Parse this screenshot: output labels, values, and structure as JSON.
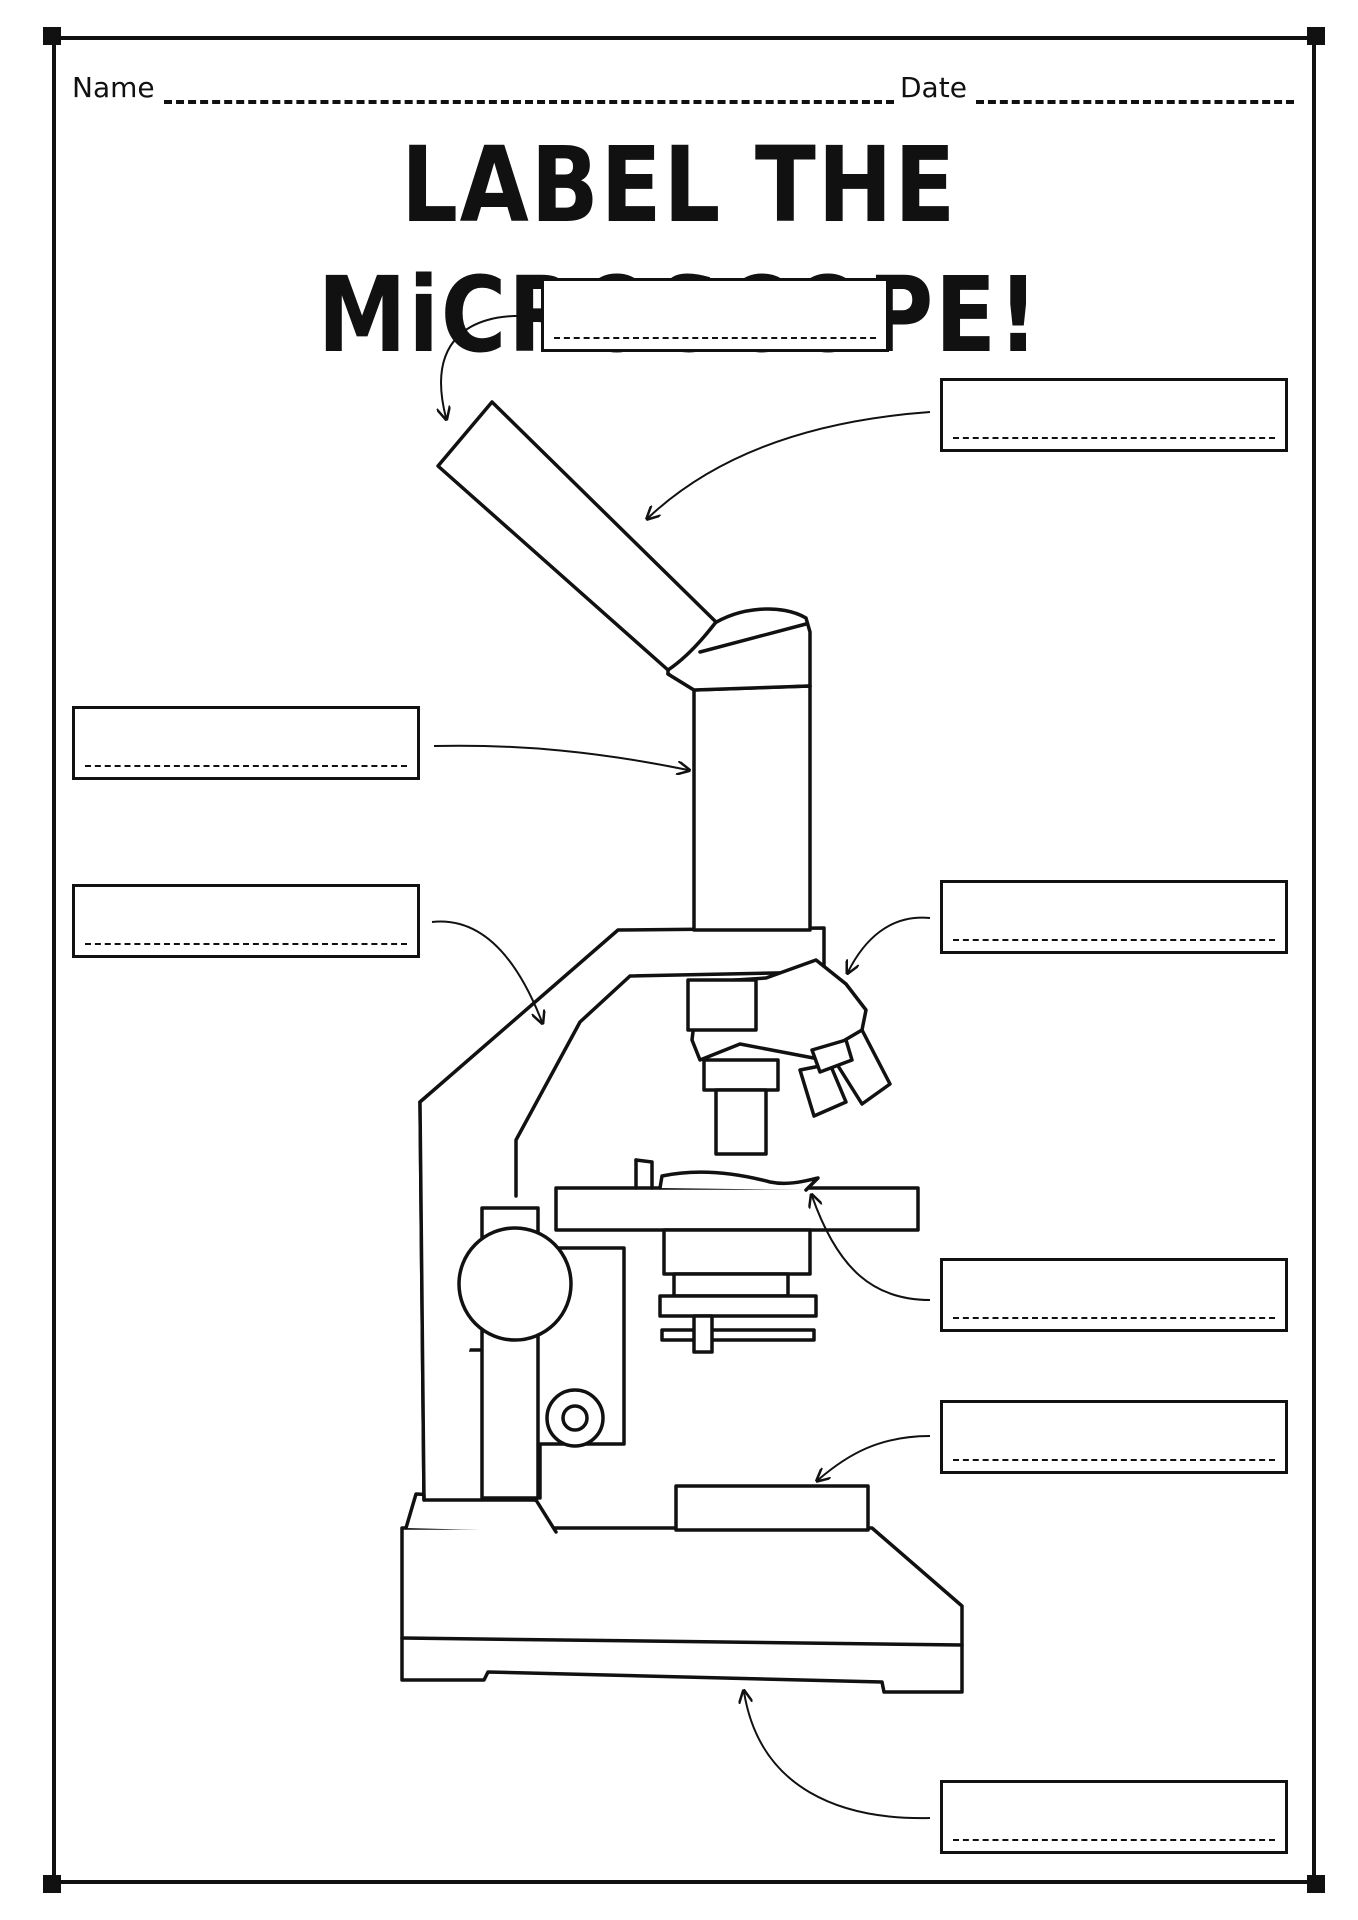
{
  "header": {
    "name_label": "Name",
    "date_label": "Date"
  },
  "title": "LABEL THE MiCROSCOPE!",
  "label_boxes": [
    {
      "id": "eyepiece",
      "text": ""
    },
    {
      "id": "body-tube",
      "text": ""
    },
    {
      "id": "tube",
      "text": ""
    },
    {
      "id": "arm",
      "text": ""
    },
    {
      "id": "nosepiece",
      "text": ""
    },
    {
      "id": "stage",
      "text": ""
    },
    {
      "id": "light",
      "text": ""
    },
    {
      "id": "base",
      "text": ""
    }
  ],
  "colors": {
    "ink": "#111111",
    "paper": "#ffffff"
  }
}
